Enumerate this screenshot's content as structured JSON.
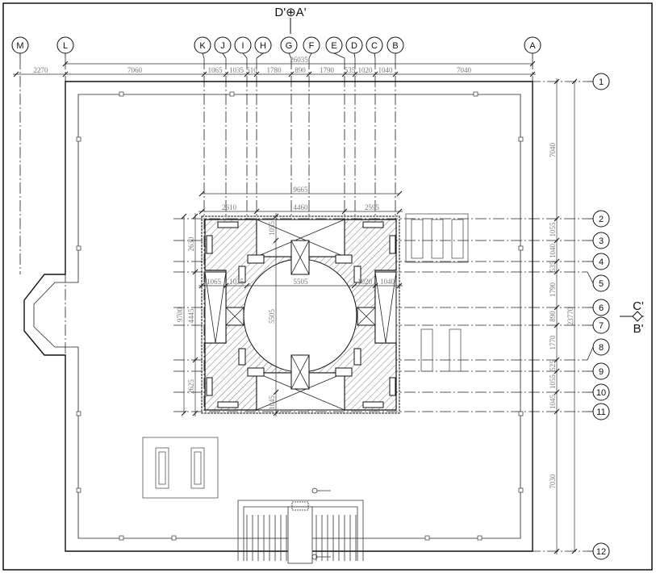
{
  "drawing": {
    "section_top": "D'⊕A'",
    "section_right_top": "C'",
    "section_right_bottom": "B'"
  },
  "column_axes": [
    "M",
    "L",
    "K",
    "J",
    "I",
    "H",
    "G",
    "F",
    "E",
    "D",
    "C",
    "B",
    "A"
  ],
  "row_axes": [
    "1",
    "2",
    "3",
    "4",
    "5",
    "6",
    "7",
    "8",
    "9",
    "10",
    "11",
    "12"
  ],
  "dimensions": {
    "top_overall": "26035",
    "top_chain": [
      "2270",
      "7060",
      "1065",
      "1035",
      "510",
      "1780",
      "890",
      "1790",
      "535",
      "1020",
      "1040",
      "7040"
    ],
    "core_overall": "9665",
    "core_chain": [
      "2610",
      "4460",
      "2595"
    ],
    "core_inner_chain": [
      "1065",
      "1035",
      "5505",
      "1020",
      "1040"
    ],
    "left_overall": "9700",
    "left_chain": [
      "2630",
      "4445",
      "2625"
    ],
    "core_vertical": [
      "1055",
      "5505",
      "1045"
    ],
    "right_chain": [
      "7040",
      "1055",
      "1040",
      "535",
      "1790",
      "890",
      "1770",
      "525",
      "1055",
      "1045",
      "7030"
    ],
    "right_overall": "23770"
  }
}
